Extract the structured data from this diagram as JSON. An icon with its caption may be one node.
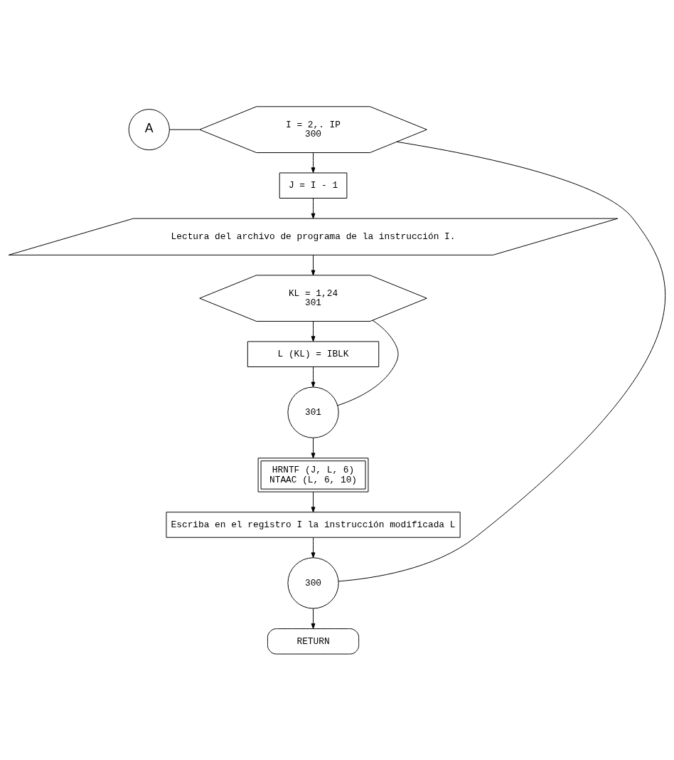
{
  "diagram": {
    "nodes": [
      {
        "text": [
          "A"
        ]
      },
      {
        "text": [
          "I = 2,. IP",
          "300"
        ]
      },
      {
        "text": [
          "J = I - 1"
        ]
      },
      {
        "text": [
          "Lectura del archivo de programa de la instrucción I."
        ]
      },
      {
        "text": [
          "KL = 1,24",
          "301"
        ]
      },
      {
        "text": [
          "L (KL) = IBLK"
        ]
      },
      {
        "text": [
          "301"
        ]
      },
      {
        "text": [
          "HRNTF (J, L, 6)",
          "NTAAC (L, 6, 10)"
        ]
      },
      {
        "text": [
          "Escriba en el registro I la instrucción modificada L"
        ]
      },
      {
        "text": [
          "300"
        ]
      },
      {
        "text": [
          "RETURN"
        ]
      }
    ],
    "edges": [
      {
        "from": 0,
        "to": 1,
        "arrow": "none"
      },
      {
        "from": 1,
        "to": 2,
        "arrow": "to"
      },
      {
        "from": 2,
        "to": 3,
        "arrow": "to"
      },
      {
        "from": 3,
        "to": 4,
        "arrow": "to"
      },
      {
        "from": 4,
        "to": 5,
        "arrow": "to"
      },
      {
        "from": 5,
        "to": 6,
        "arrow": "to"
      },
      {
        "from": 6,
        "to": 4,
        "arrow": "none"
      },
      {
        "from": 6,
        "to": 7,
        "arrow": "to"
      },
      {
        "from": 7,
        "to": 8,
        "arrow": "to"
      },
      {
        "from": 8,
        "to": 9,
        "arrow": "to"
      },
      {
        "from": 9,
        "to": 1,
        "arrow": "none"
      },
      {
        "from": 9,
        "to": 10,
        "arrow": "to"
      }
    ]
  }
}
